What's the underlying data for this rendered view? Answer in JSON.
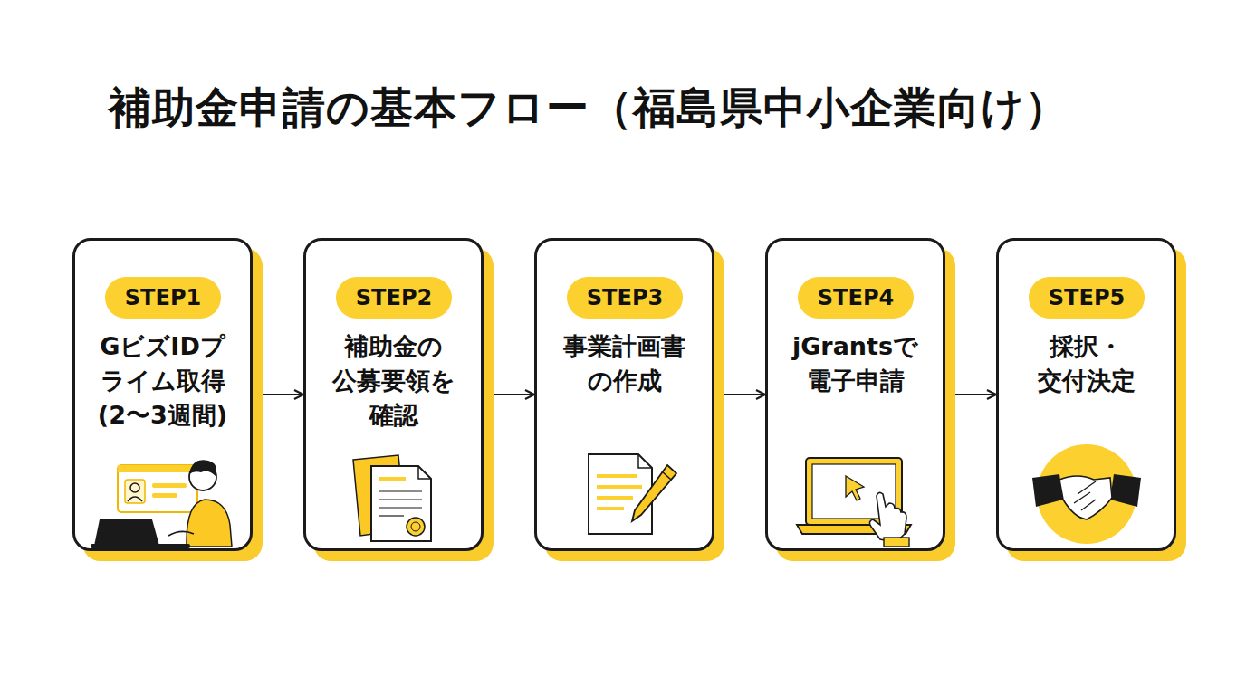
{
  "diagram": {
    "title": "補助金申請の基本フロー（福島県中小企業向け）",
    "nodes": [
      {
        "text": [
          "GビズIDプ ライム取得 (2〜3週間)"
        ]
      },
      {
        "text": [
          "STEP1"
        ],
        "in": 0
      },
      {
        "text": [
          "補助金の 公募要領を 確認"
        ]
      },
      {
        "text": [
          "STEP2"
        ],
        "in": 2
      },
      {
        "text": [
          "事業計画書 の作成"
        ]
      },
      {
        "text": [
          "STEP3"
        ],
        "in": 4
      },
      {
        "text": [
          "jGrantsで 電子申請"
        ]
      },
      {
        "text": [
          "STEP4"
        ],
        "in": 6
      },
      {
        "text": [
          "採択・ 交付決定"
        ]
      },
      {
        "text": [
          "STEP5"
        ],
        "in": 8
      }
    ],
    "edges": [
      {
        "from": 0,
        "to": 2,
        "arrow": "to"
      },
      {
        "from": 2,
        "to": 4,
        "arrow": "to"
      },
      {
        "from": 4,
        "to": 6,
        "arrow": "to"
      },
      {
        "from": 6,
        "to": 8,
        "arrow": "to"
      }
    ]
  }
}
